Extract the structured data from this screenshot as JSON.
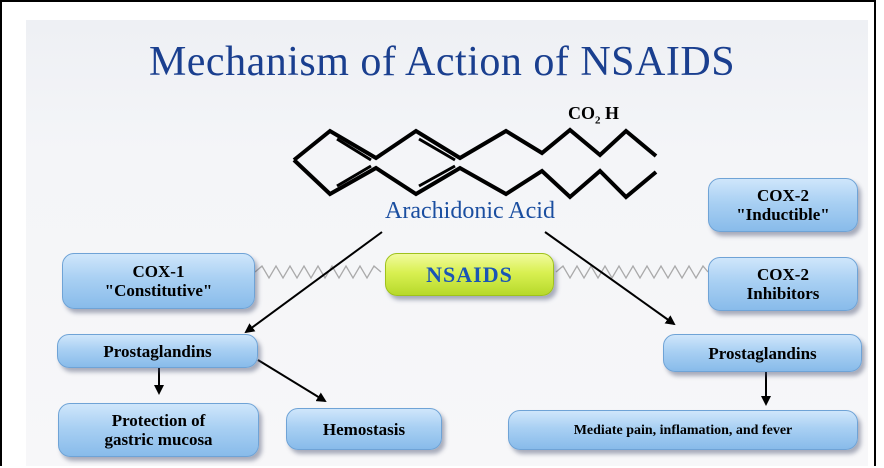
{
  "title": "Mechanism of Action of NSAIDS",
  "molecule": {
    "name": "Arachidonic Acid",
    "group_main": "CO",
    "group_sub": "2",
    "group_tail": " H"
  },
  "nodes": {
    "cox1": {
      "line1": "COX-1",
      "line2": "\"Constitutive\""
    },
    "cox2_inducible": {
      "line1": "COX-2",
      "line2": "\"Inductible\""
    },
    "nsaids": "NSAIDS",
    "cox2_inhibitors": {
      "line1": "COX-2",
      "line2": "Inhibitors"
    },
    "prostaglandins_left": "Prostaglandins",
    "prostaglandins_right": "Prostaglandins",
    "gastric": {
      "line1": "Protection of",
      "line2": "gastric mucosa"
    },
    "hemostasis": "Hemostasis",
    "mediate": "Mediate pain, inflamation, and fever"
  },
  "colors": {
    "title": "#1a3f8f",
    "box_blue": "#a9d0f3",
    "nsaids_green": "#d9f052",
    "nsaids_text": "#1a55b5"
  }
}
